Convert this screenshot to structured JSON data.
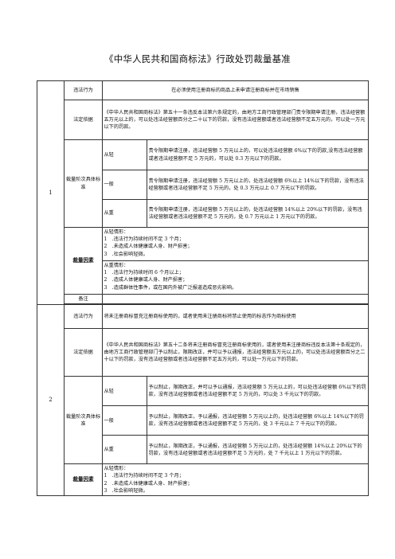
{
  "title": "《中华人民共和国商标法》行政处罚裁量基准",
  "sections": [
    {
      "number": "1",
      "violation_label": "违法行为",
      "violation_text": "在必须使用注册商标的商品上未申请注册商标并在市场销售",
      "basis_label": "法定依据",
      "basis_text": "《中华人民共和国商标法》第五十一条违反本法第六条规定的，由地方工商行政管理部门责令限期申请注册，违法经营额五万元以上的，可以处违法经营额百分之二十以下的罚款，没有违法经营额或者违法经营额不足五万元的，可以处一万元以下的罚款。",
      "levels_label": "裁量阶次具体标准",
      "levels": [
        {
          "name": "从轻",
          "text": "责令限期申请注册，违法经营额 5 万元以上的，可以处违法经营额 6%以下的罚款,没有违法经营额或者违法经营额不足 5 万元的，可以处 0.3 万元以下的罚款。"
        },
        {
          "name": "一般",
          "text": "责令限期申请注册，违法经营额 5 万元以上的，处违法经营额 6%以上 14%以下的罚款，没有违法经营额或者违法经营额不足 5 万元的，处 0.3 万元以上 0.7 万元以下的罚款。"
        },
        {
          "name": "从重",
          "text": "责令限期申请注册，违法经营额 5 万元以上的，处违法经营额 14%以上 20%以下的罚款，没有违法经营额或者违法经营额不足 5 万元的，处 0.7 万元以上 1 万元以下的罚款。"
        }
      ],
      "factors_label": "裁量因素",
      "light_header": "从轻情形：",
      "light_items": [
        "1　.违法行为持续时间不足 3 个月；",
        "2　.未造成人体健康或人身、财产损害；",
        "3　.社会影响轻微。"
      ],
      "heavy_header": "从重情形：",
      "heavy_items": [
        "1　.违法行为持续时间 6 个月以上；",
        "2　.造成人体健康或人身、财产损害；",
        "3　.造成群体性事件，或在国内外被广泛报道造成恶劣影响。"
      ],
      "remarks_label": "备注"
    },
    {
      "number": "2",
      "violation_label": "违法行为",
      "violation_text": "将未注册商标冒充注册商标使用的，或者使用未注册商标将禁止使用的标志作为商标使用",
      "basis_label": "法定依据",
      "basis_text": "《中华人民共和国商标法》第五十二条将未注册商标冒充注册商标使用的，或者使用未注册商标违反本法第十条规定的，由地方工商行政管理部门予以制止，限期改正，并可以予以通报，违法经营额五万元以上的，可以处违法经营额百分之二十以下的罚款，没有违法经营额或者违法经营额不足五万元的，可以处一万元以下的罚款。",
      "levels_label": "裁量阶次具体标准",
      "levels": [
        {
          "name": "从轻",
          "text": "予以制止，限期改正，并可以予以通报，违法经营额 5 万元以上的，可以处违法经营额 6%以下的罚款，没有违法经营额或者违法经营额不足 5 万元的，可以处 3 千元以下的罚款。"
        },
        {
          "name": "一般",
          "text": "予以制止，限期改正，予以通报，违法经营额 5 万元以上的，处违法经营额 6%以上 14%以下的罚款，没有违法经营额或者违法经营额不足 5 万元的，处 3 千元以上 7 千元以下的罚款。"
        },
        {
          "name": "从重",
          "text": "予以制止，限期改正，予以通报，违法经营额 5 万元以上的，处违法经营额 14%以上 20%以下的罚款，没有违法经营额或者违法经营额不足 5 万元的，处 7 千元以上 1 万元以下的罚款。"
        }
      ],
      "factors_label": "裁量因素",
      "light_header": "从轻情形：",
      "light_items": [
        "1　.违法行为持续时间不足 3 个月；",
        "2　.未造成人体健康或人身、财产损害；",
        "3　.社会影响轻微。"
      ]
    }
  ]
}
